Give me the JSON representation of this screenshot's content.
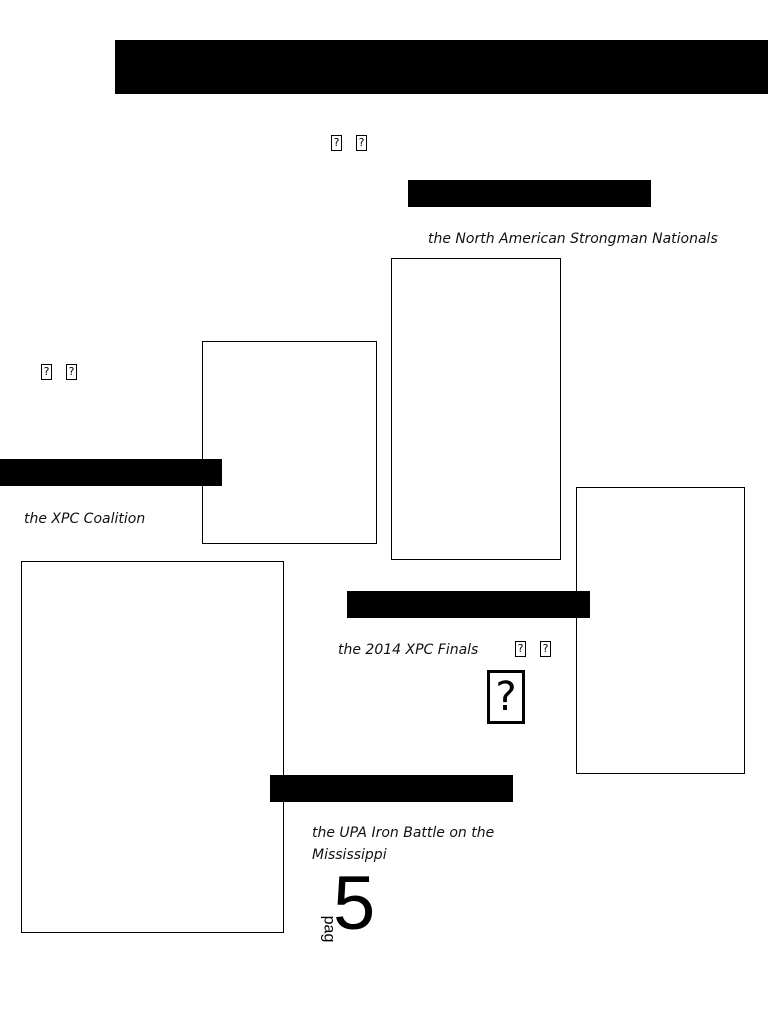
{
  "colors": {
    "background": "#ffffff",
    "ink": "#000000"
  },
  "glyphs": {
    "small": "?",
    "large": "?"
  },
  "captions": {
    "nationals": "the North American Strongman Nationals",
    "coalition": "the XPC Coalition",
    "finals": "the 2014 XPC Finals",
    "iron_battle": "the UPA Iron Battle on the Mississippi"
  },
  "page": {
    "prefix": "pag",
    "number": "5"
  },
  "icons": {
    "placeholder": "missing-glyph-icon"
  }
}
